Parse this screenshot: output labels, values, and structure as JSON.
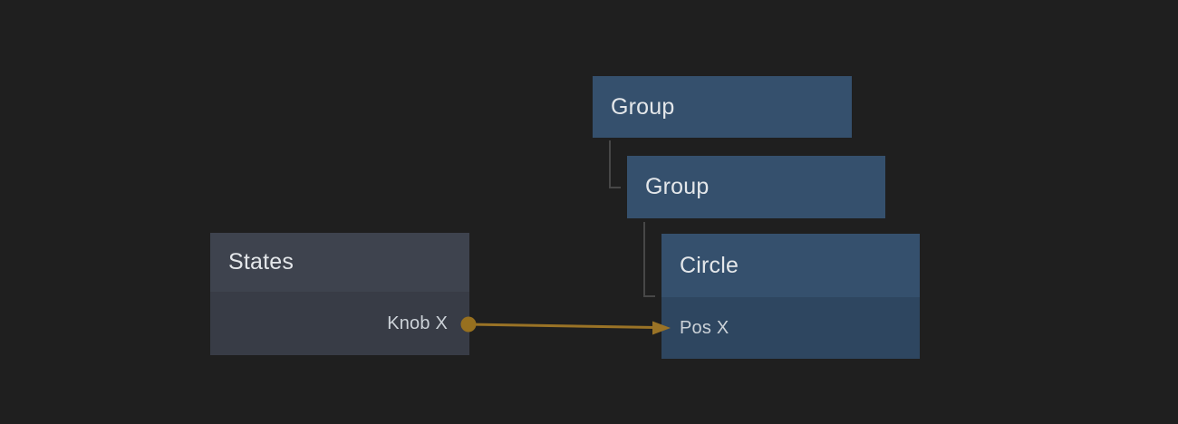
{
  "canvas": {
    "background": "#1f1f1f"
  },
  "colors": {
    "node_blue_header": "#35506d",
    "node_blue_body": "#2e4660",
    "node_gray_header": "#3e434e",
    "node_gray_body": "#383c46",
    "tree_line": "#474747",
    "wire": "#9a7326",
    "header_text": "#e4e7ea",
    "port_text": "#ccd2d8"
  },
  "nodes": {
    "group_outer": {
      "title": "Group"
    },
    "group_inner": {
      "title": "Group"
    },
    "circle": {
      "title": "Circle",
      "ports": [
        {
          "label": "Pos X"
        }
      ]
    },
    "states": {
      "title": "States",
      "ports": [
        {
          "label": "Knob X"
        }
      ]
    }
  },
  "connection": {
    "from_node": "States",
    "from_port": "Knob X",
    "to_node": "Circle",
    "to_port": "Pos X",
    "color": "#9a7326"
  }
}
